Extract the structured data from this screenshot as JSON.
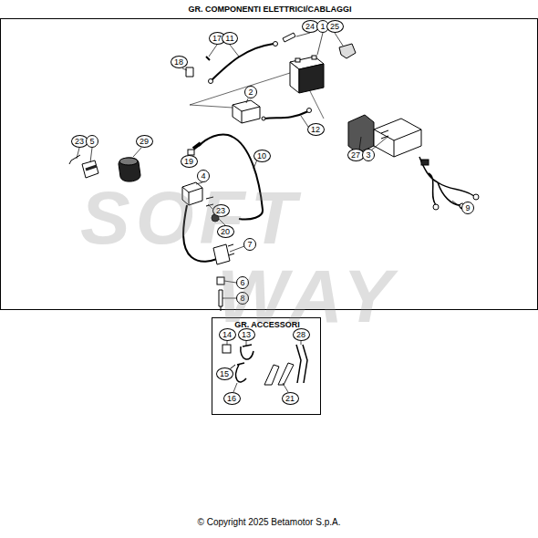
{
  "diagram": {
    "caption": "© Copyright 2025 Betamotor S.p.A.",
    "nodes": [
      {
        "text": [
          "GR. COMPONENTI ELETTRICI/CABLAGGI"
        ]
      },
      {
        "text": [
          "GR. ACCESSORI"
        ]
      }
    ],
    "labels": [
      "24",
      "1",
      "25",
      "17",
      "11",
      "18",
      "2",
      "12",
      "23",
      "5",
      "29",
      "27",
      "3",
      "10",
      "19",
      "4",
      "23",
      "9",
      "20",
      "7",
      "6",
      "8",
      "14",
      "13",
      "28",
      "15",
      "16",
      "21",
      "SOFT",
      "WAY"
    ]
  }
}
